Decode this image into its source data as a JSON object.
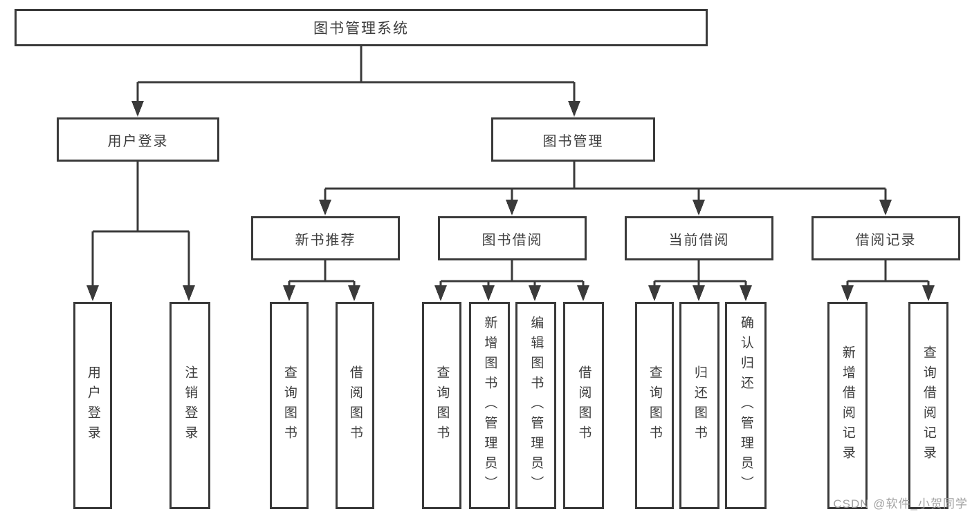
{
  "nodes": {
    "root": "图书管理系统",
    "level2": {
      "user_login": "用户登录",
      "book_mgmt": "图书管理"
    },
    "level3": {
      "new_book_rec": "新书推荐",
      "book_borrow": "图书借阅",
      "current_borrow": "当前借阅",
      "borrow_records": "借阅记录"
    },
    "leaves": {
      "user_login": "用户登录",
      "logout": "注销登录",
      "rec_query_book": "查询图书",
      "rec_borrow_book": "借阅图书",
      "bb_query_book": "查询图书",
      "bb_add_book": "新增图书（管理员）",
      "bb_edit_book": "编辑图书（管理员）",
      "bb_borrow_book": "借阅图书",
      "cb_query_book": "查询图书",
      "cb_return_book": "归还图书",
      "cb_confirm_return": "确认归还（管理员）",
      "br_add_record": "新增借阅记录",
      "br_query_record": "查询借阅记录"
    }
  },
  "watermark": "CSDN @软件_小贺同学",
  "colors": {
    "line": "#3a3a3a",
    "text": "#3d3d3d",
    "watermark": "#a3a3a3",
    "background": "#ffffff"
  }
}
